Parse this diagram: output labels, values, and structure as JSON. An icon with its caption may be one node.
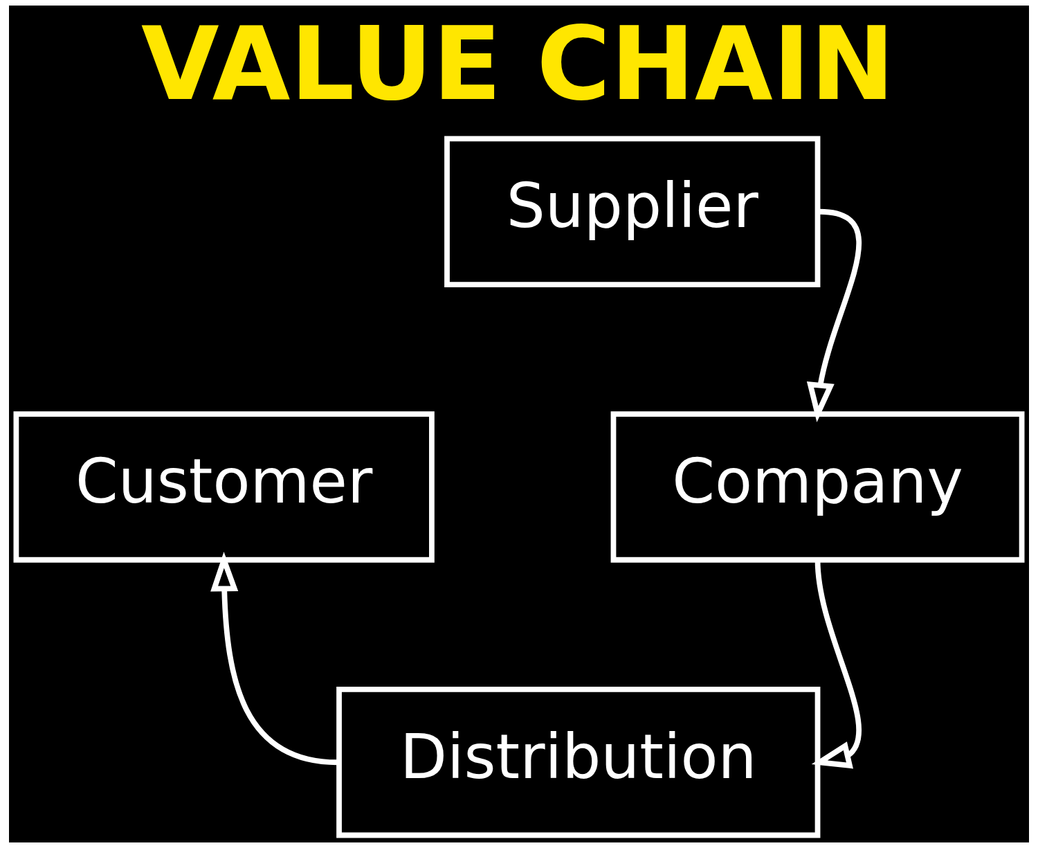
{
  "diagram": {
    "title": "VALUE CHAIN",
    "nodes": [
      {
        "text": [
          "Supplier"
        ]
      },
      {
        "text": [
          "Customer"
        ]
      },
      {
        "text": [
          "Company"
        ]
      },
      {
        "text": [
          "Distribution"
        ]
      }
    ],
    "edges": [
      {
        "from": 0,
        "to": 2,
        "arrow": "to"
      },
      {
        "from": 2,
        "to": 3,
        "arrow": "to"
      },
      {
        "from": 3,
        "to": 1,
        "arrow": "to"
      }
    ]
  }
}
